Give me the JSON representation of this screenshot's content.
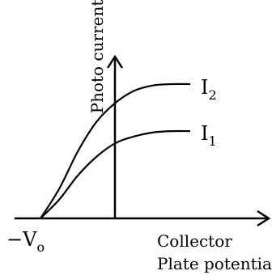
{
  "chart_data": {
    "type": "line",
    "ylabel": "Photo current",
    "xlabel_line1": "Collector",
    "xlabel_line2": "Plate potential",
    "x_tick_label": "−V",
    "x_tick_subscript": "o",
    "series": [
      {
        "name": "I",
        "subscript": "2",
        "x": [
          -1.0,
          -0.75,
          -0.5,
          -0.25,
          0.0,
          0.25,
          0.5,
          0.75,
          1.0
        ],
        "y": [
          0.0,
          0.22,
          0.5,
          0.72,
          0.86,
          0.95,
          0.99,
          1.0,
          1.0
        ]
      },
      {
        "name": "I",
        "subscript": "1",
        "x": [
          -1.0,
          -0.75,
          -0.5,
          -0.25,
          0.0,
          0.25,
          0.5,
          0.75,
          1.0
        ],
        "y": [
          0.0,
          0.14,
          0.32,
          0.46,
          0.56,
          0.61,
          0.64,
          0.65,
          0.65
        ]
      }
    ],
    "colors": {
      "line": "#000000"
    }
  }
}
